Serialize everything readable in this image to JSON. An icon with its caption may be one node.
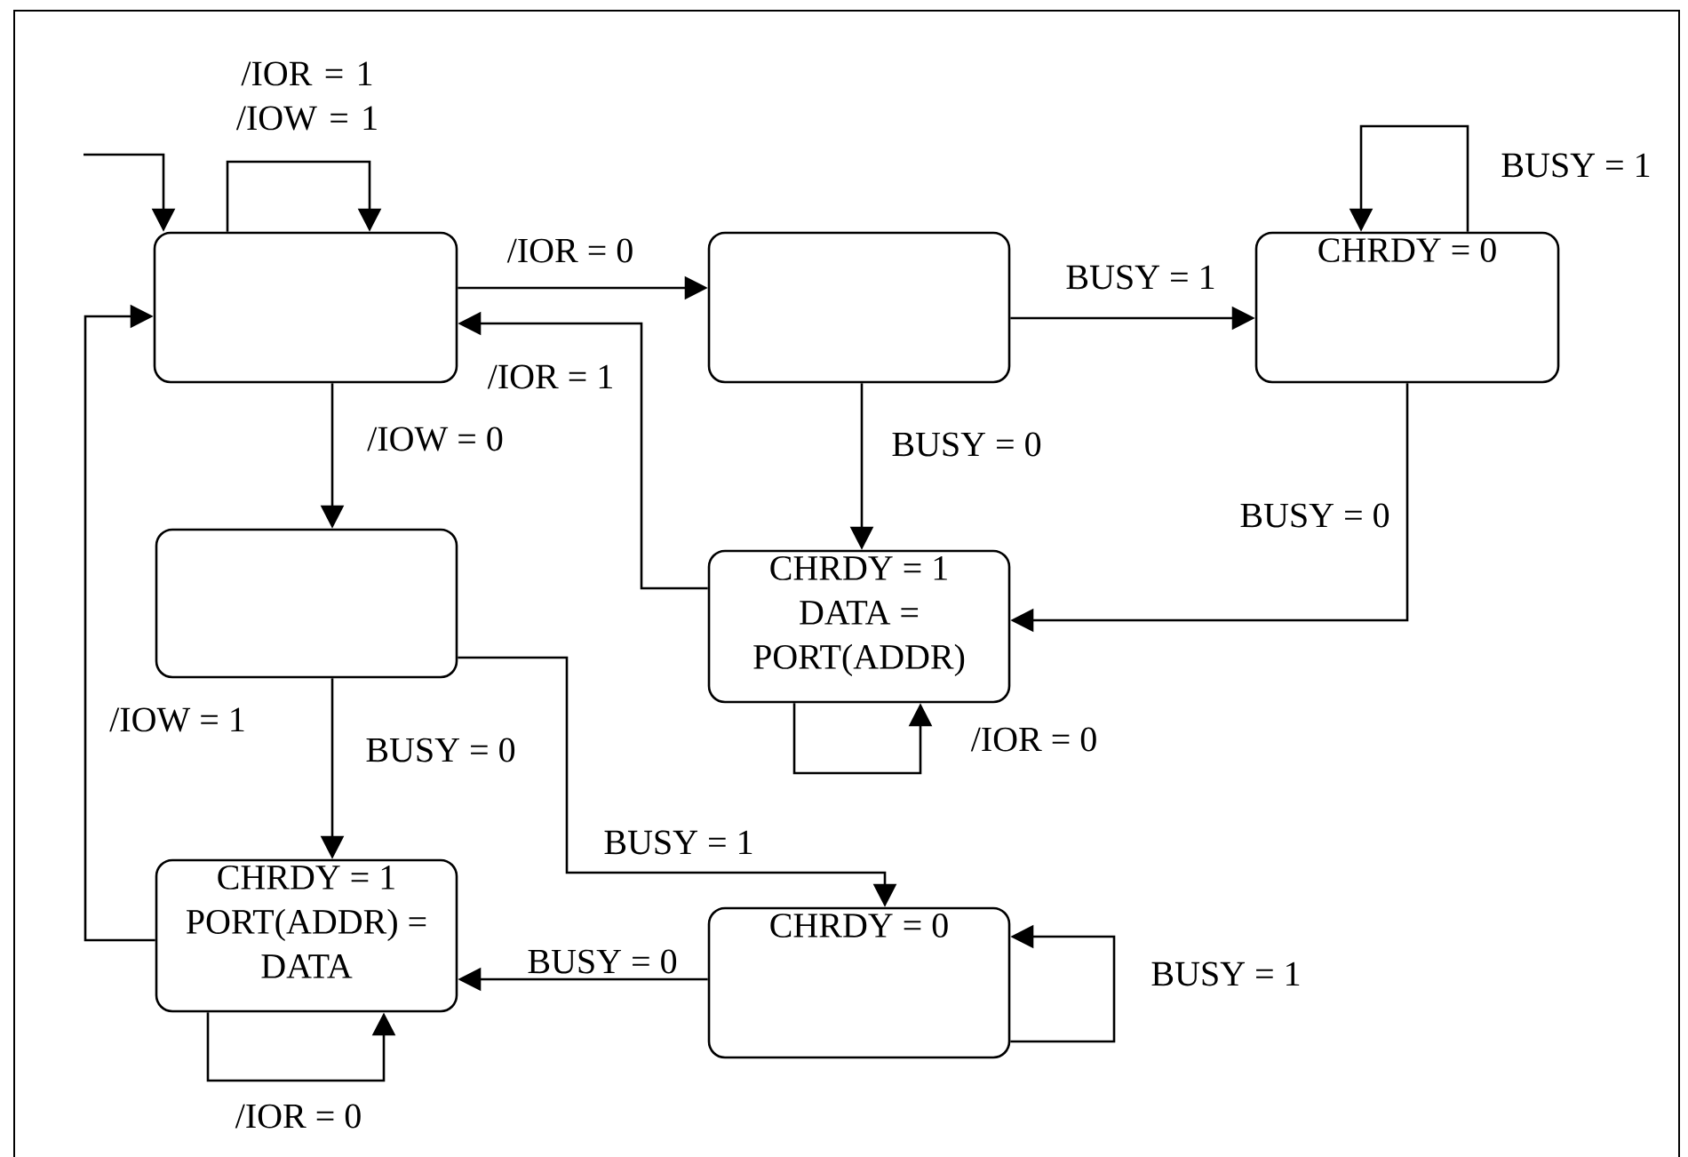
{
  "diagram": {
    "nodes": [
      {
        "text": [],
        "shape": "box"
      },
      {
        "text": [],
        "shape": "box"
      },
      {
        "text": [
          "CHRDY = 0"
        ]
      },
      {
        "text": [
          "CHRDY = 1 DATA = PORT(ADDR)"
        ]
      },
      {
        "text": [],
        "shape": "box"
      },
      {
        "text": [
          "CHRDY = 1 PORT(ADDR) = DATA"
        ]
      },
      {
        "text": [
          "CHRDY = 0"
        ]
      }
    ],
    "edges": [
      {
        "from": null,
        "to": 0,
        "arrow": "to"
      },
      {
        "from": 0,
        "to": 0,
        "arrow": "to",
        "label": "/IOR = 1 /IOW = 1"
      },
      {
        "from": 0,
        "to": 1,
        "arrow": "to",
        "label": "/IOR = 0"
      },
      {
        "from": 1,
        "to": 2,
        "arrow": "to",
        "label": "BUSY = 1"
      },
      {
        "from": 2,
        "to": 2,
        "arrow": "to",
        "label": "BUSY = 1"
      },
      {
        "from": 1,
        "to": 3,
        "arrow": "to",
        "label": "BUSY = 0"
      },
      {
        "from": 2,
        "to": 3,
        "arrow": "to",
        "label": "BUSY = 0"
      },
      {
        "from": 3,
        "to": 0,
        "arrow": "to",
        "label": "/IOR = 1"
      },
      {
        "from": 3,
        "to": 3,
        "arrow": "to",
        "label": "/IOR = 0"
      },
      {
        "from": 0,
        "to": 4,
        "arrow": "to",
        "label": "/IOW = 0"
      },
      {
        "from": 4,
        "to": 5,
        "arrow": "to",
        "label": "BUSY = 0"
      },
      {
        "from": 4,
        "to": 6,
        "arrow": "to",
        "label": "BUSY = 1"
      },
      {
        "from": 6,
        "to": 6,
        "arrow": "to",
        "label": "BUSY = 1"
      },
      {
        "from": 6,
        "to": 5,
        "arrow": "to",
        "label": "BUSY = 0"
      },
      {
        "from": 5,
        "to": 0,
        "arrow": "to",
        "label": "/IOW = 1"
      },
      {
        "from": 5,
        "to": 5,
        "arrow": "to",
        "label": "/IOR = 0"
      }
    ]
  }
}
